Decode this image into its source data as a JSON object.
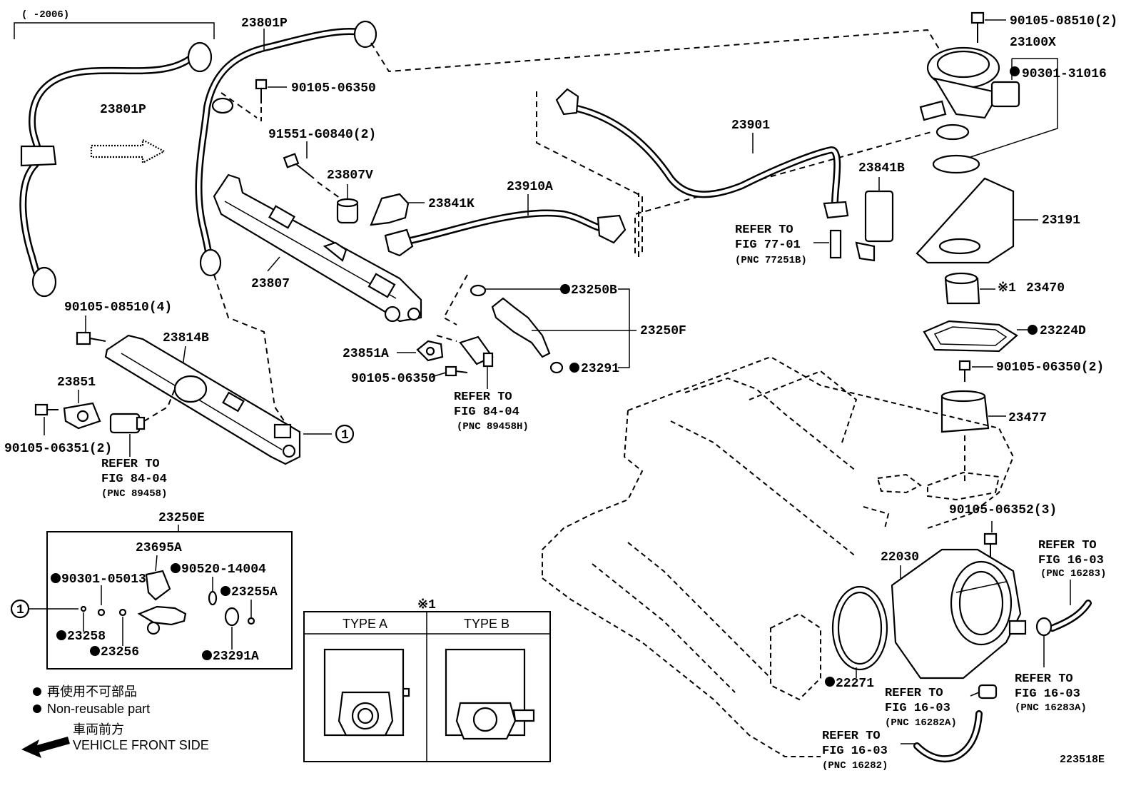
{
  "diagram_id": "223518E",
  "range_note": "(   -2006)",
  "parts": {
    "p23801P_a": "23801P",
    "p23801P_b": "23801P",
    "p90105_06350_a": "90105-06350",
    "p91551_G0840": "91551-G0840(2)",
    "p23807V": "23807V",
    "p23841K": "23841K",
    "p23910A": "23910A",
    "p23901": "23901",
    "p90105_08510_2": "90105-08510(2)",
    "p23100X": "23100X",
    "p90301_31016": "90301-31016",
    "p23841B": "23841B",
    "p23191": "23191",
    "p23470": "23470",
    "p23470_note": "※1",
    "p23224D": "23224D",
    "p90105_06350_2": "90105-06350(2)",
    "p23477": "23477",
    "p23807": "23807",
    "p90105_08510_4": "90105-08510(4)",
    "p23814B": "23814B",
    "p23851": "23851",
    "p90105_06351": "90105-06351(2)",
    "p23250B": "23250B",
    "p23250F": "23250F",
    "p23851A": "23851A",
    "p90105_06350_b": "90105-06350",
    "p23291": "23291",
    "p23250E": "23250E",
    "p23695A": "23695A",
    "p90301_05013": "90301-05013",
    "p90520_14004": "90520-14004",
    "p23255A": "23255A",
    "p23258": "23258",
    "p23256": "23256",
    "p23291A": "23291A",
    "p90105_06352": "90105-06352(3)",
    "p22030": "22030",
    "p22271": "22271"
  },
  "refs": {
    "r77_1": "REFER TO",
    "r77_2": "FIG 77-01",
    "r77_3": "(PNC 77251B)",
    "r8404a_1": "REFER TO",
    "r8404a_2": "FIG 84-04",
    "r8404a_3": "(PNC 89458H)",
    "r8404b_1": "REFER TO",
    "r8404b_2": "FIG 84-04",
    "r8404b_3": "(PNC 89458)",
    "r16283_1": "REFER TO",
    "r16283_2": "FIG 16-03",
    "r16283_3": "(PNC 16283)",
    "r16283A_1": "REFER TO",
    "r16283A_2": "FIG 16-03",
    "r16283A_3": "(PNC 16283A)",
    "r16282A_1": "REFER TO",
    "r16282A_2": "FIG 16-03",
    "r16282A_3": "(PNC 16282A)",
    "r16282_1": "REFER TO",
    "r16282_2": "FIG 16-03",
    "r16282_3": "(PNC 16282)"
  },
  "callout_marker": "1",
  "type_box": {
    "note": "※1",
    "type_a": "TYPE A",
    "type_b": "TYPE B"
  },
  "legend": {
    "non_reusable_jp": "再使用不可部品",
    "non_reusable_en": "Non-reusable part",
    "front_jp": "車両前方",
    "front_en": "VEHICLE FRONT SIDE"
  }
}
